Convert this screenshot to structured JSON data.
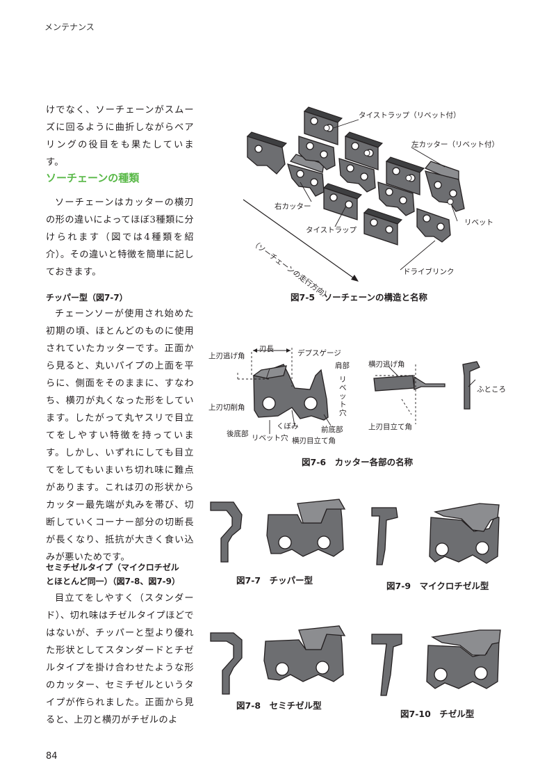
{
  "header": {
    "title": "メンテナンス"
  },
  "intro_text": "けでなく、ソーチェーンがスムーズに回るように曲折しながらベアリングの役目をも果たしています。",
  "section": {
    "title": "ソーチェーンの種類",
    "text": "ソーチェーンはカッターの横刃の形の違いによってほぼ3種類に分けられます（図では4種類を紹介）。その違いと特徴を簡単に記しておきます。"
  },
  "chipper": {
    "heading": "チッパー型（図7-7）",
    "text": "チェーンソーが使用され始めた初期の頃、ほとんどのものに使用されていたカッターです。正面から見ると、丸いパイプの上面を平らに、側面をそのままに、すなわち、横刃が丸くなった形をしています。したがって丸ヤスリで目立てをしやすい特徴を持っています。しかし、いずれにしても目立てをしてもいまいち切れ味に難点があります。これは刃の形状からカッター最先端が丸みを帯び、切断していくコーナー部分の切断長が長くなり、抵抗が大きく食い込みが悪いためです。"
  },
  "semi": {
    "heading_line1": "セミチゼルタイプ（マイクロチゼル",
    "heading_line2": "とほとんど同一）（図7-8、図7-9）",
    "text": "目立てをしやすく（スタンダード）、切れ味はチゼルタイプほどではないが、チッパーと型より優れた形状としてスタンダードとチゼルタイプを掛け合わせたような形のカッター、セミチゼルというタイプが作られました。正面から見ると、上刃と横刃がチゼルのよ"
  },
  "page_number": "84",
  "fig75": {
    "caption": "図7-5　ソーチェーンの構造と名称",
    "labels": {
      "tie_strap_rivet": "タイストラップ（リベット付）",
      "left_cutter": "左カッター（リベット付）",
      "right_cutter": "右カッター",
      "rivet": "リベット",
      "tie_strap": "タイストラップ",
      "drive_link": "ドライブリンク",
      "direction": "（ソーチェーンの走行方向）"
    }
  },
  "fig76": {
    "caption": "図7-6　カッター各部の名称",
    "labels": {
      "top_clearance": "上刃逃げ角",
      "blade_length": "刃長",
      "depth_gauge": "デプスゲージ",
      "shoulder": "肩部",
      "rivet_hole_v": "リベット穴",
      "top_cut_angle": "上刃切削角",
      "rear_bottom": "後底部",
      "rivet_hole": "リベット穴",
      "gullet": "くぼみ",
      "front_bottom": "前底部",
      "side_file_angle": "横刃目立て角",
      "side_clearance": "横刃逃げ角",
      "top_file_angle": "上刃目立て角",
      "futokoro": "ふところ"
    }
  },
  "fig77": {
    "caption": "図7-7　チッパー型"
  },
  "fig78": {
    "caption": "図7-8　セミチゼル型"
  },
  "fig79": {
    "caption": "図7-9　マイクロチゼル型"
  },
  "fig710": {
    "caption": "図7-10　チゼル型"
  }
}
